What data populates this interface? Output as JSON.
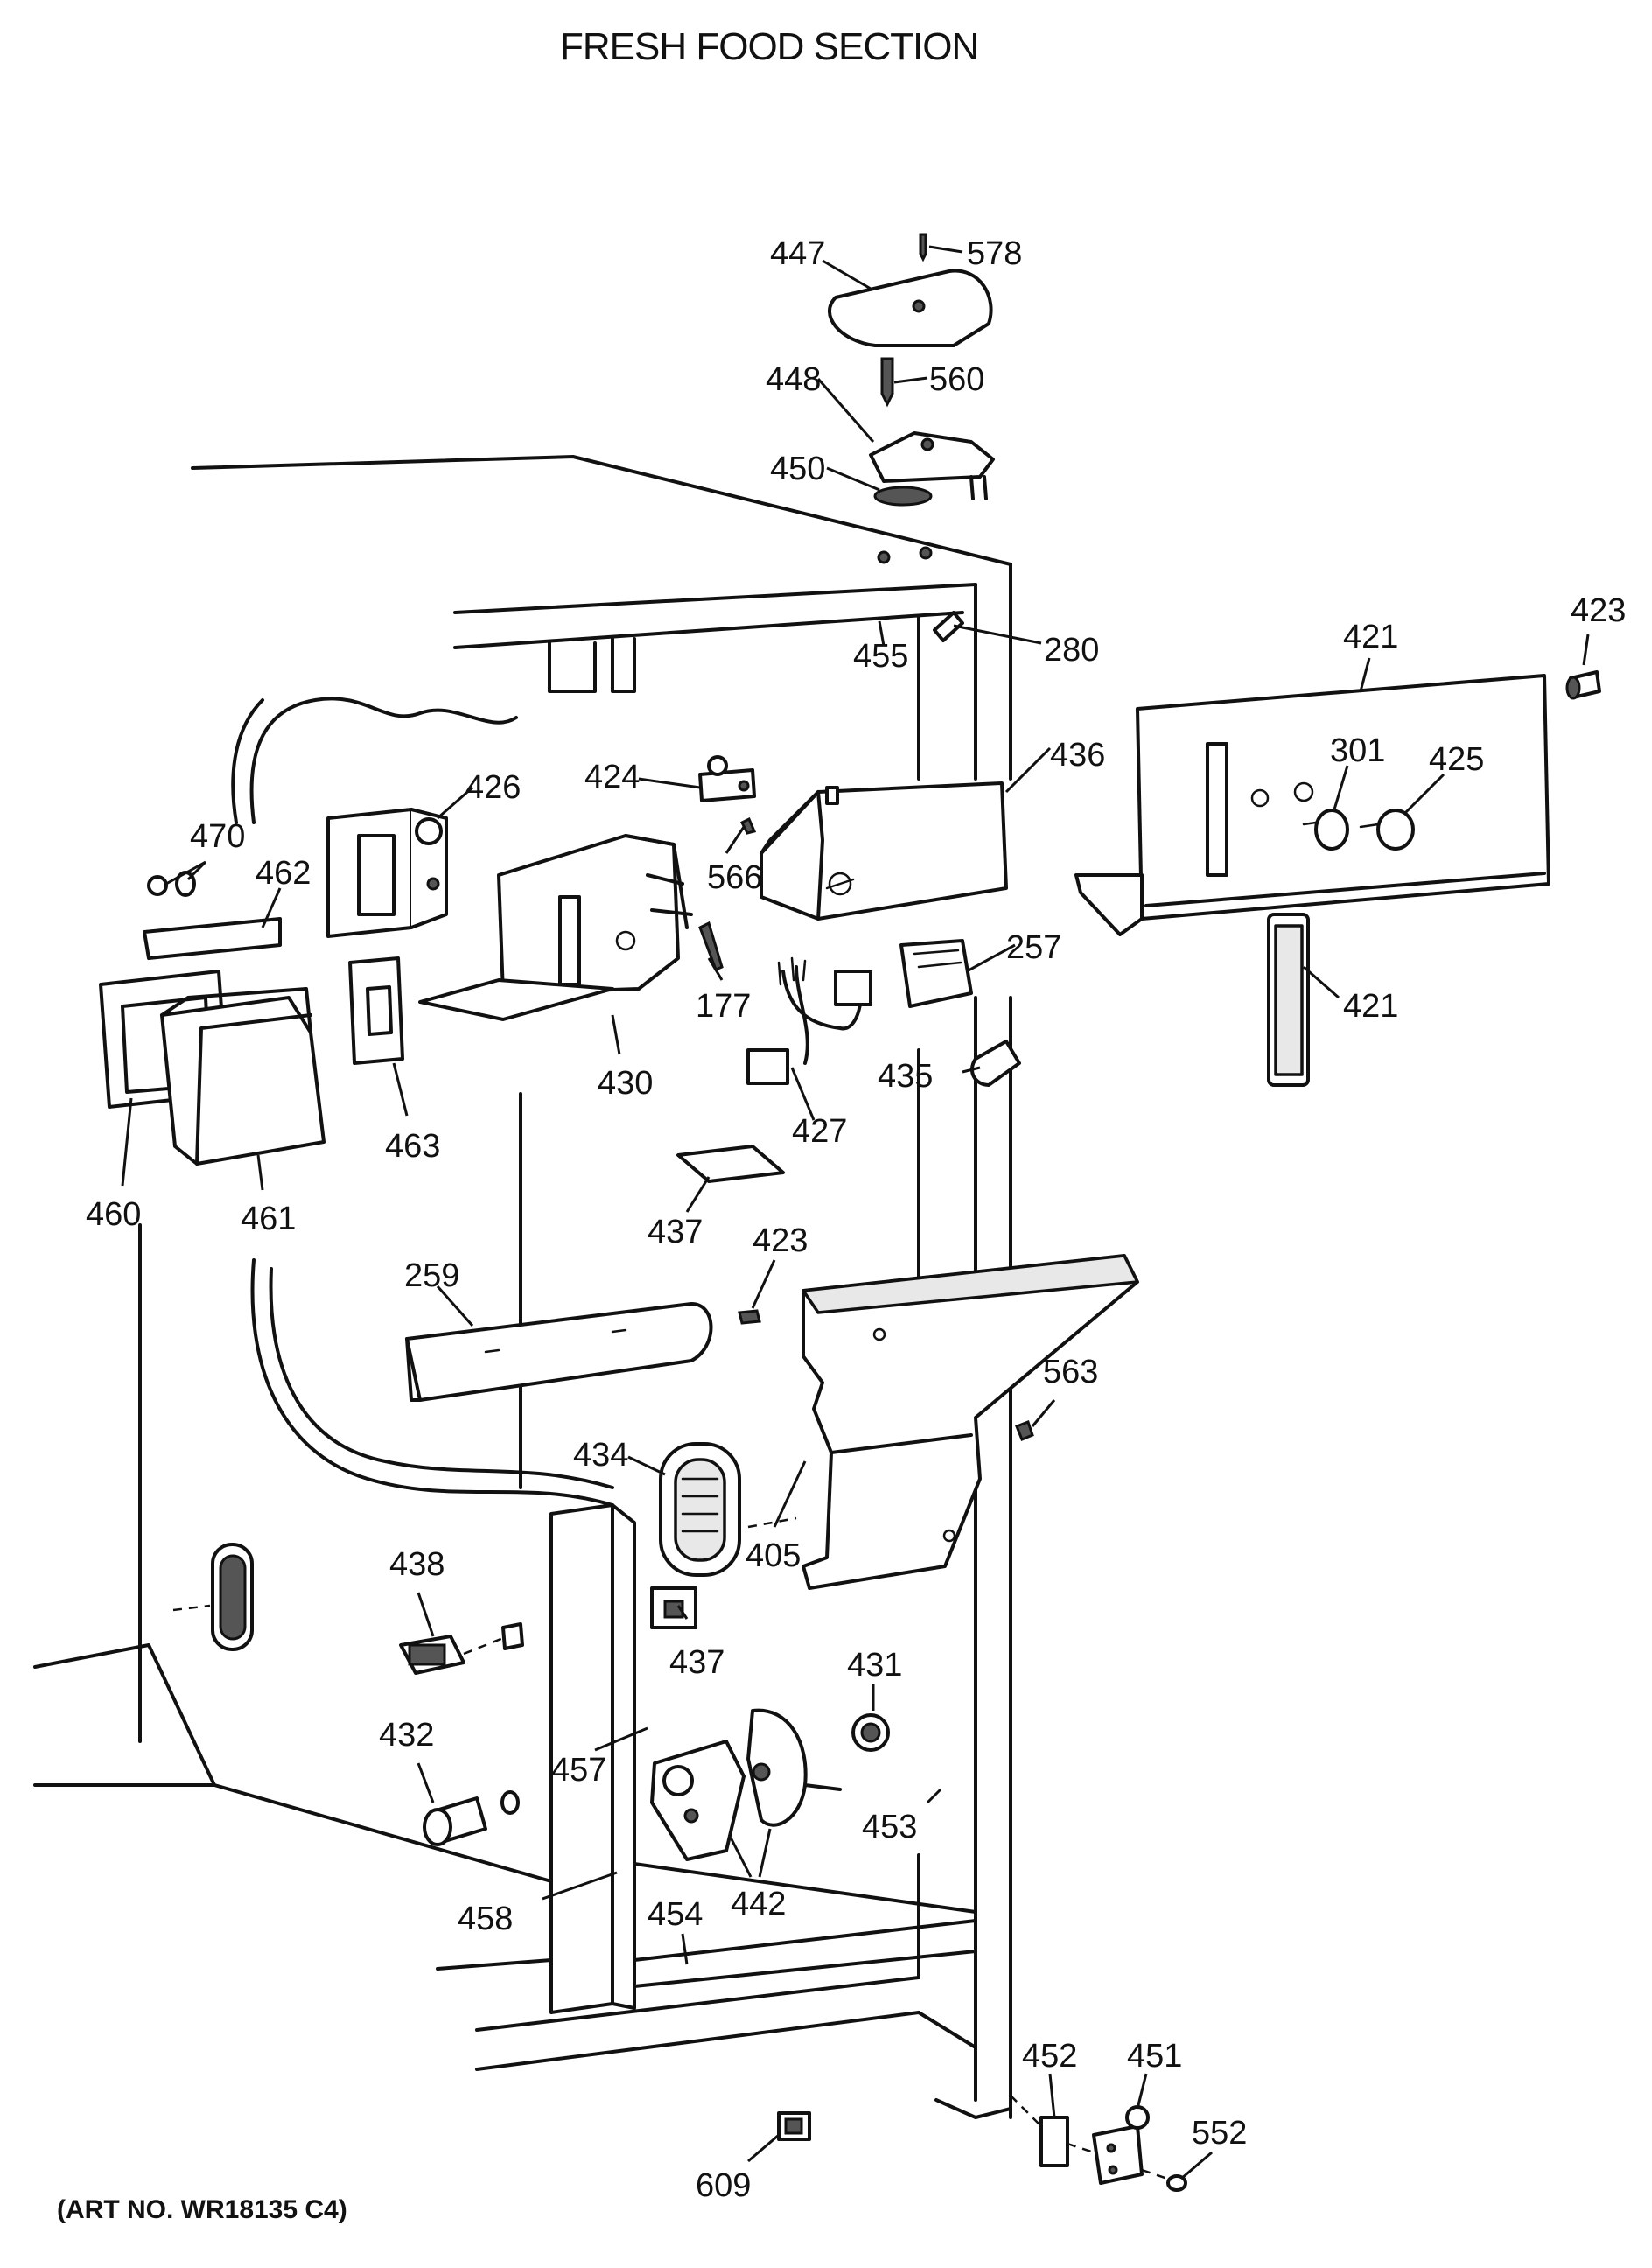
{
  "title": "FRESH FOOD SECTION",
  "art_number": "(ART NO. WR18135 C4)",
  "part_labels": {
    "p447": "447",
    "p578": "578",
    "p560": "560",
    "p448": "448",
    "p450": "450",
    "p455": "455",
    "p280": "280",
    "p421a": "421",
    "p423a": "423",
    "p301": "301",
    "p425": "425",
    "p421b": "421",
    "p436": "436",
    "p424": "424",
    "p566": "566",
    "p426": "426",
    "p470": "470",
    "p462": "462",
    "p177": "177",
    "p257": "257",
    "p430": "430",
    "p427": "427",
    "p435": "435",
    "p463": "463",
    "p460": "460",
    "p461": "461",
    "p437a": "437",
    "p423b": "423",
    "p259": "259",
    "p563": "563",
    "p434": "434",
    "p405": "405",
    "p438": "438",
    "p437b": "437",
    "p431": "431",
    "p432": "432",
    "p457": "457",
    "p453": "453",
    "p442": "442",
    "p458": "458",
    "p454": "454",
    "p452": "452",
    "p451": "451",
    "p552": "552",
    "p609": "609"
  }
}
